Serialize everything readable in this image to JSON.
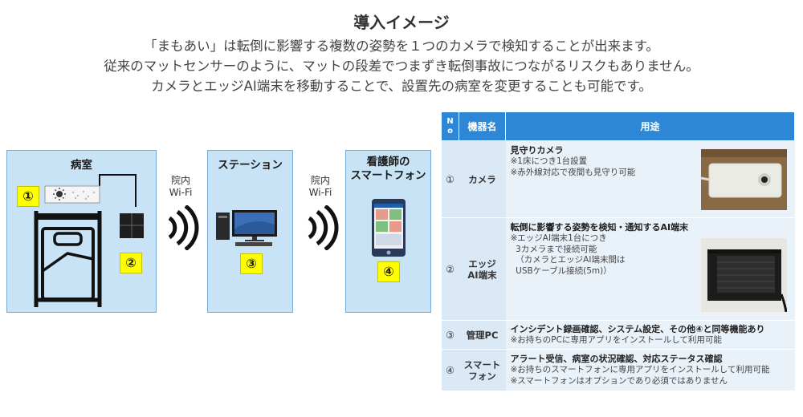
{
  "header": {
    "title": "導入イメージ",
    "lines": [
      "「まもあい」は転倒に影響する複数の姿勢を１つのカメラで検知することが出来ます。",
      "従来のマットセンサーのように、マットの段差でつまずき転倒事故につながるリスクもありません。",
      "カメラとエッジAI端末を移動することで、設置先の病室を変更することも可能です。"
    ]
  },
  "diagram": {
    "room": {
      "title": "病室",
      "badge1": "①",
      "badge2": "②"
    },
    "wifi1": {
      "line1": "院内",
      "line2": "Wi-Fi"
    },
    "station": {
      "title": "ステーション",
      "badge": "③"
    },
    "wifi2": {
      "line1": "院内",
      "line2": "Wi-Fi"
    },
    "phone": {
      "title1": "看護師の",
      "title2": "スマートフォン",
      "badge": "④"
    }
  },
  "table": {
    "headers": {
      "no": "N\no",
      "device": "機器名",
      "usage": "用途"
    },
    "rows": [
      {
        "no": "①",
        "device": "カメラ",
        "head": "見守りカメラ",
        "lines": [
          "※1床につき1台設置",
          "※赤外線対応で夜間も見守り可能"
        ]
      },
      {
        "no": "②",
        "device": "エッジ\nAI端末",
        "head": "転倒に影響する姿勢を検知・通知するAI端末",
        "lines": [
          "※エッジAI端末1台につき",
          "  3カメラまで接続可能",
          "  （カメラとエッジAI端末間は",
          "  USBケーブル接続(5m)）"
        ]
      },
      {
        "no": "③",
        "device": "管理PC",
        "head": "インシデント録画確認、システム設定、その他④と同等機能あり",
        "lines": [
          "※お持ちのPCに専用アプリをインストールして利用可能"
        ]
      },
      {
        "no": "④",
        "device": "スマート\nフォン",
        "head": "アラート受信、病室の状況確認、対応ステータス確認",
        "lines": [
          "※お持ちのスマートフォンに専用アプリをインストールして利用可能",
          "※スマートフォンはオプションであり必須ではありません"
        ]
      }
    ]
  },
  "colors": {
    "box_fill": "#c8e3f6",
    "box_border": "#7ba9d6",
    "badge": "#ffff00",
    "table_header": "#2e86d6"
  }
}
